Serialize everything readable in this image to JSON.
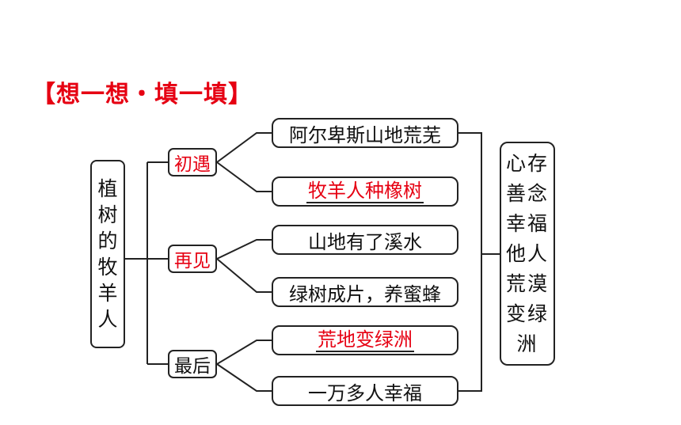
{
  "title": "【想一想・填一填】",
  "root": {
    "chars": [
      "植",
      "树",
      "的",
      "牧",
      "羊",
      "人"
    ]
  },
  "stages": [
    {
      "label": "初遇",
      "highlight": true
    },
    {
      "label": "再见",
      "highlight": true
    },
    {
      "label": "最后",
      "highlight": false
    }
  ],
  "events": [
    {
      "text": "阿尔卑斯山地荒芜",
      "highlight": false
    },
    {
      "text": "牧羊人种橡树",
      "highlight": true
    },
    {
      "text": "山地有了溪水",
      "highlight": false
    },
    {
      "text": "绿树成片，养蜜蜂",
      "highlight": false
    },
    {
      "text": "荒地变绿洲",
      "highlight": true
    },
    {
      "text": "一万多人幸福",
      "highlight": false
    }
  ],
  "summary": {
    "lines": [
      "心存",
      "善念",
      "幸福",
      "他人",
      "荒漠",
      "变绿",
      "洲"
    ]
  },
  "colors": {
    "highlight": "#e60012",
    "line": "#222222"
  }
}
